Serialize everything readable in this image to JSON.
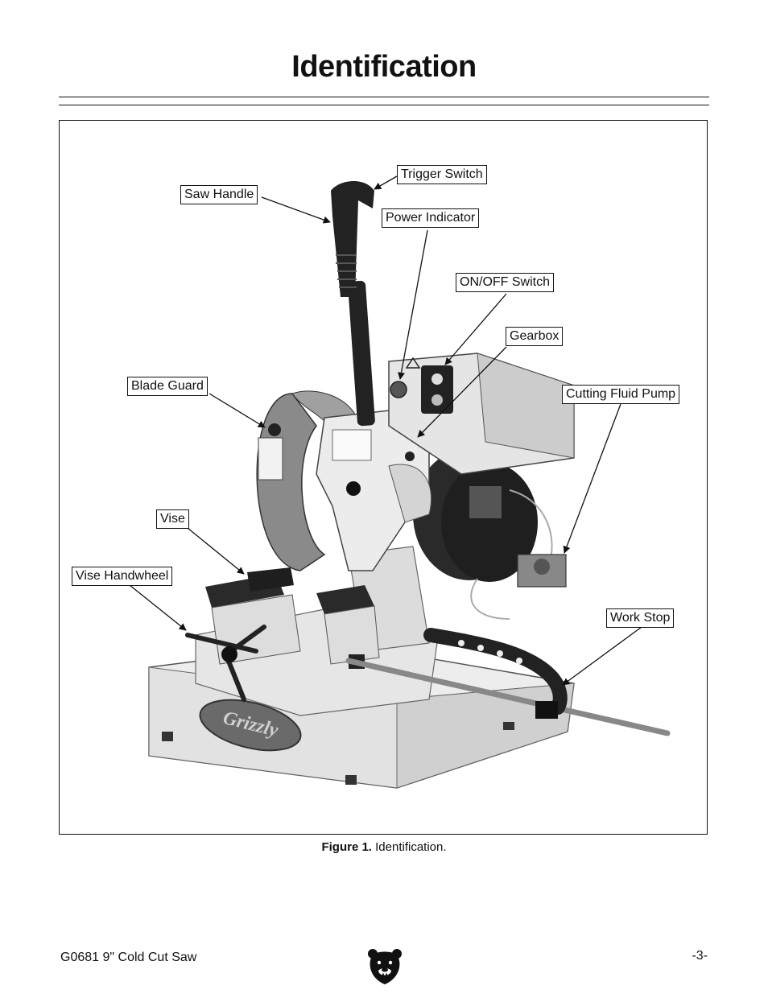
{
  "page": {
    "title": "Identification"
  },
  "figure": {
    "callouts": [
      {
        "label": "Trigger Switch"
      },
      {
        "label": "Saw Handle"
      },
      {
        "label": "Power Indicator"
      },
      {
        "label": "ON/OFF Switch"
      },
      {
        "label": "Gearbox"
      },
      {
        "label": "Blade Guard"
      },
      {
        "label": "Cutting Fluid Pump"
      },
      {
        "label": "Vise"
      },
      {
        "label": "Vise Handwheel"
      },
      {
        "label": "Work Stop"
      }
    ],
    "caption_prefix": "Figure 1.",
    "caption_text": "Identification.",
    "brand_plate": "Grizzly"
  },
  "footer": {
    "model": "G0681 9\" Cold Cut Saw",
    "page_number": "-3-"
  },
  "logo": {
    "icon": "grizzly-bear-icon"
  }
}
